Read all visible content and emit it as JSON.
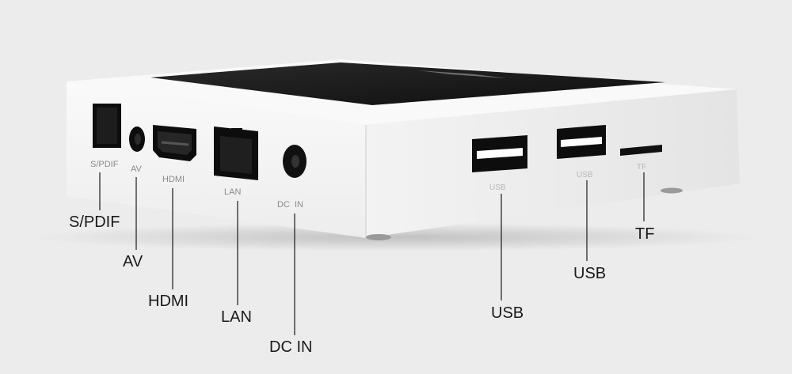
{
  "device": {
    "port_engravings": {
      "spdif": "S/PDIF",
      "av": "AV",
      "hdmi": "HDMI",
      "lan": "LAN",
      "dc_in": "DC  IN",
      "usb_1": "USB",
      "usb_2": "USB",
      "tf": "TF"
    }
  },
  "callouts": {
    "spdif": "S/PDIF",
    "av": "AV",
    "hdmi": "HDMI",
    "lan": "LAN",
    "dc_in": "DC IN",
    "usb_1": "USB",
    "usb_2": "USB",
    "tf": "TF"
  },
  "colors": {
    "background": "#ececec",
    "shell": "#f7f7f7",
    "top_panel": "#1e1e1e",
    "port_dark": "#111111"
  }
}
